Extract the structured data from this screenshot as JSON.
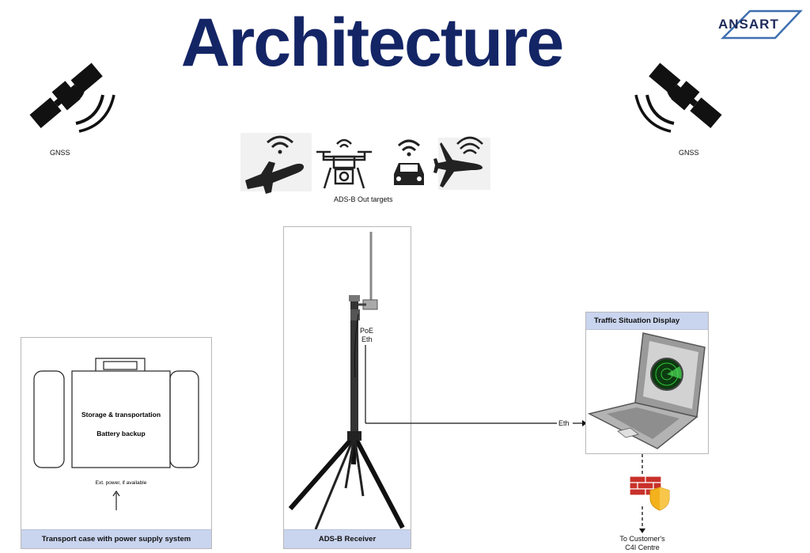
{
  "header": {
    "title": "Architecture",
    "logo_text": "ANSART",
    "title_color": "#142566",
    "logo_color": "#1e2a5a"
  },
  "satellites": {
    "left_label": "GNSS",
    "right_label": "GNSS"
  },
  "targets": {
    "label": "ADS-B Out targets",
    "icons": [
      "airplane-wifi-icon",
      "drone-camera-icon",
      "car-wifi-icon",
      "uav-wifi-icon"
    ]
  },
  "transport_case": {
    "center_line1": "Storage & transportation",
    "center_line2": "Battery backup",
    "power_note": "Ext. power, if available",
    "panel_label": "Transport case  with power supply system"
  },
  "receiver": {
    "poe_label": "PoE",
    "eth_label": "Eth",
    "panel_label": "ADS-B Receiver"
  },
  "display": {
    "panel_label": "Traffic Situation Display",
    "eth_label": "Eth",
    "customer_line1": "To Customer's",
    "customer_line2": "C4I Centre"
  },
  "colors": {
    "panel_label_bg": "#c9d4ee",
    "firewall_red": "#c8312a",
    "shield_yellow": "#f3b21c"
  }
}
